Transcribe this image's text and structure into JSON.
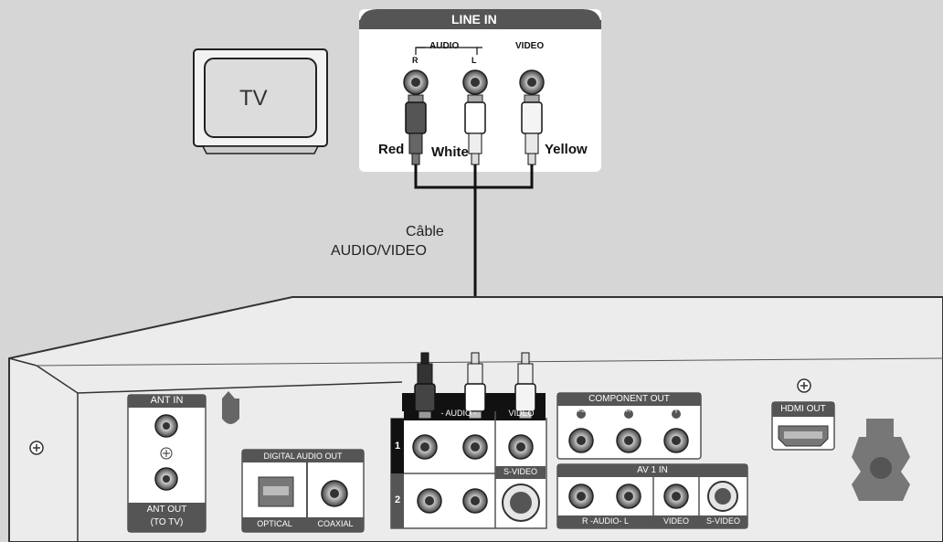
{
  "tv": {
    "label": "TV"
  },
  "line_in": {
    "title": "LINE IN",
    "audio_label": "AUDIO",
    "video_label": "VIDEO",
    "r_label": "R",
    "l_label": "L"
  },
  "plugs": {
    "red": "Red",
    "white": "White",
    "yellow": "Yellow"
  },
  "cable": {
    "line1": "Câble",
    "line2": "AUDIO/VIDEO"
  },
  "device": {
    "ant_in": "ANT IN",
    "ant_out_1": "ANT OUT",
    "ant_out_2": "(TO TV)",
    "digital_audio_out": "DIGITAL AUDIO OUT",
    "optical": "OPTICAL",
    "coaxial": "COAXIAL",
    "av_out_audio": "- AUDIO -",
    "av_out_video": "VIDEO",
    "row1": "1",
    "row2": "2",
    "s_video": "S-VIDEO",
    "component_out": "COMPONENT OUT",
    "pb": "Pb",
    "pr": "Pr",
    "y": "Y",
    "av1_in": "AV 1 IN",
    "av1_audio": "R -AUDIO- L",
    "av1_video": "VIDEO",
    "av1_svideo": "S-VIDEO",
    "hdmi_out": "HDMI OUT"
  },
  "colors": {
    "background": "#d6d6d6",
    "panel_dark": "#555555",
    "panel_light": "#ffffff"
  }
}
